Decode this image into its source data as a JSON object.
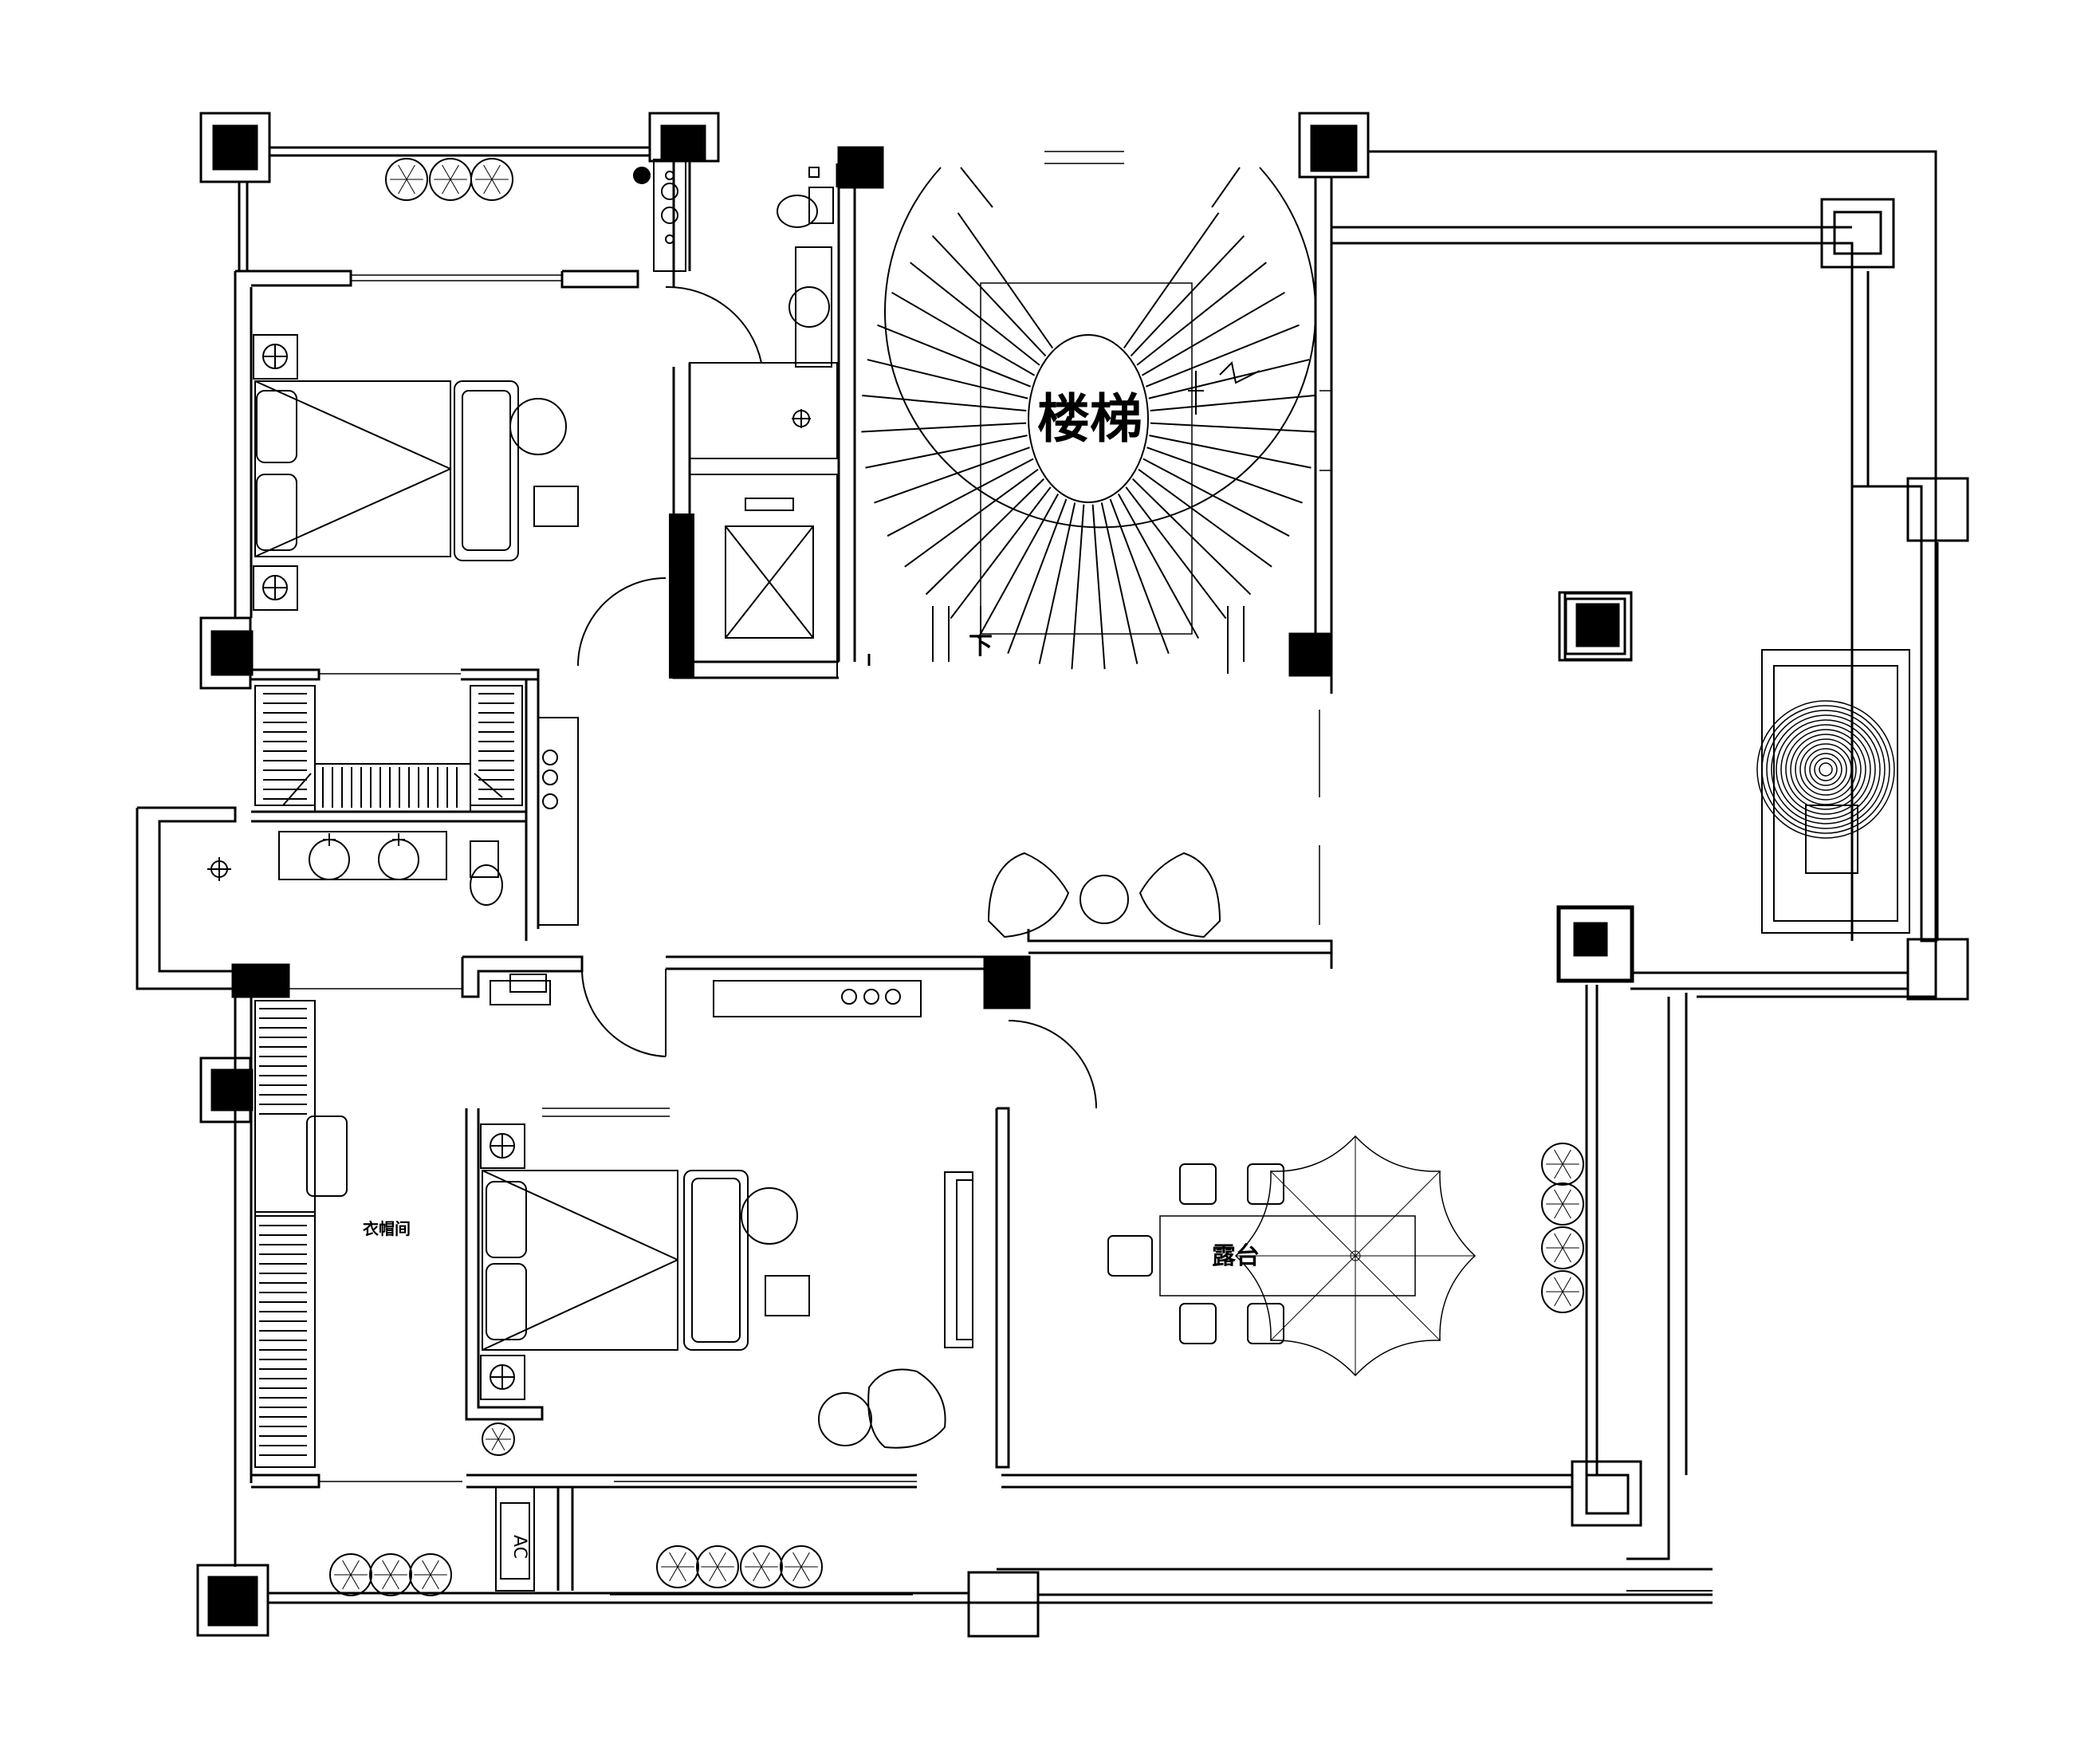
{
  "labels": {
    "stair": "楼梯",
    "down": "下",
    "terrace": "露台",
    "closet": "衣帽间",
    "ac": "AC"
  },
  "colors": {
    "line": "#000000",
    "fill": "#000000",
    "background": "#ffffff"
  }
}
